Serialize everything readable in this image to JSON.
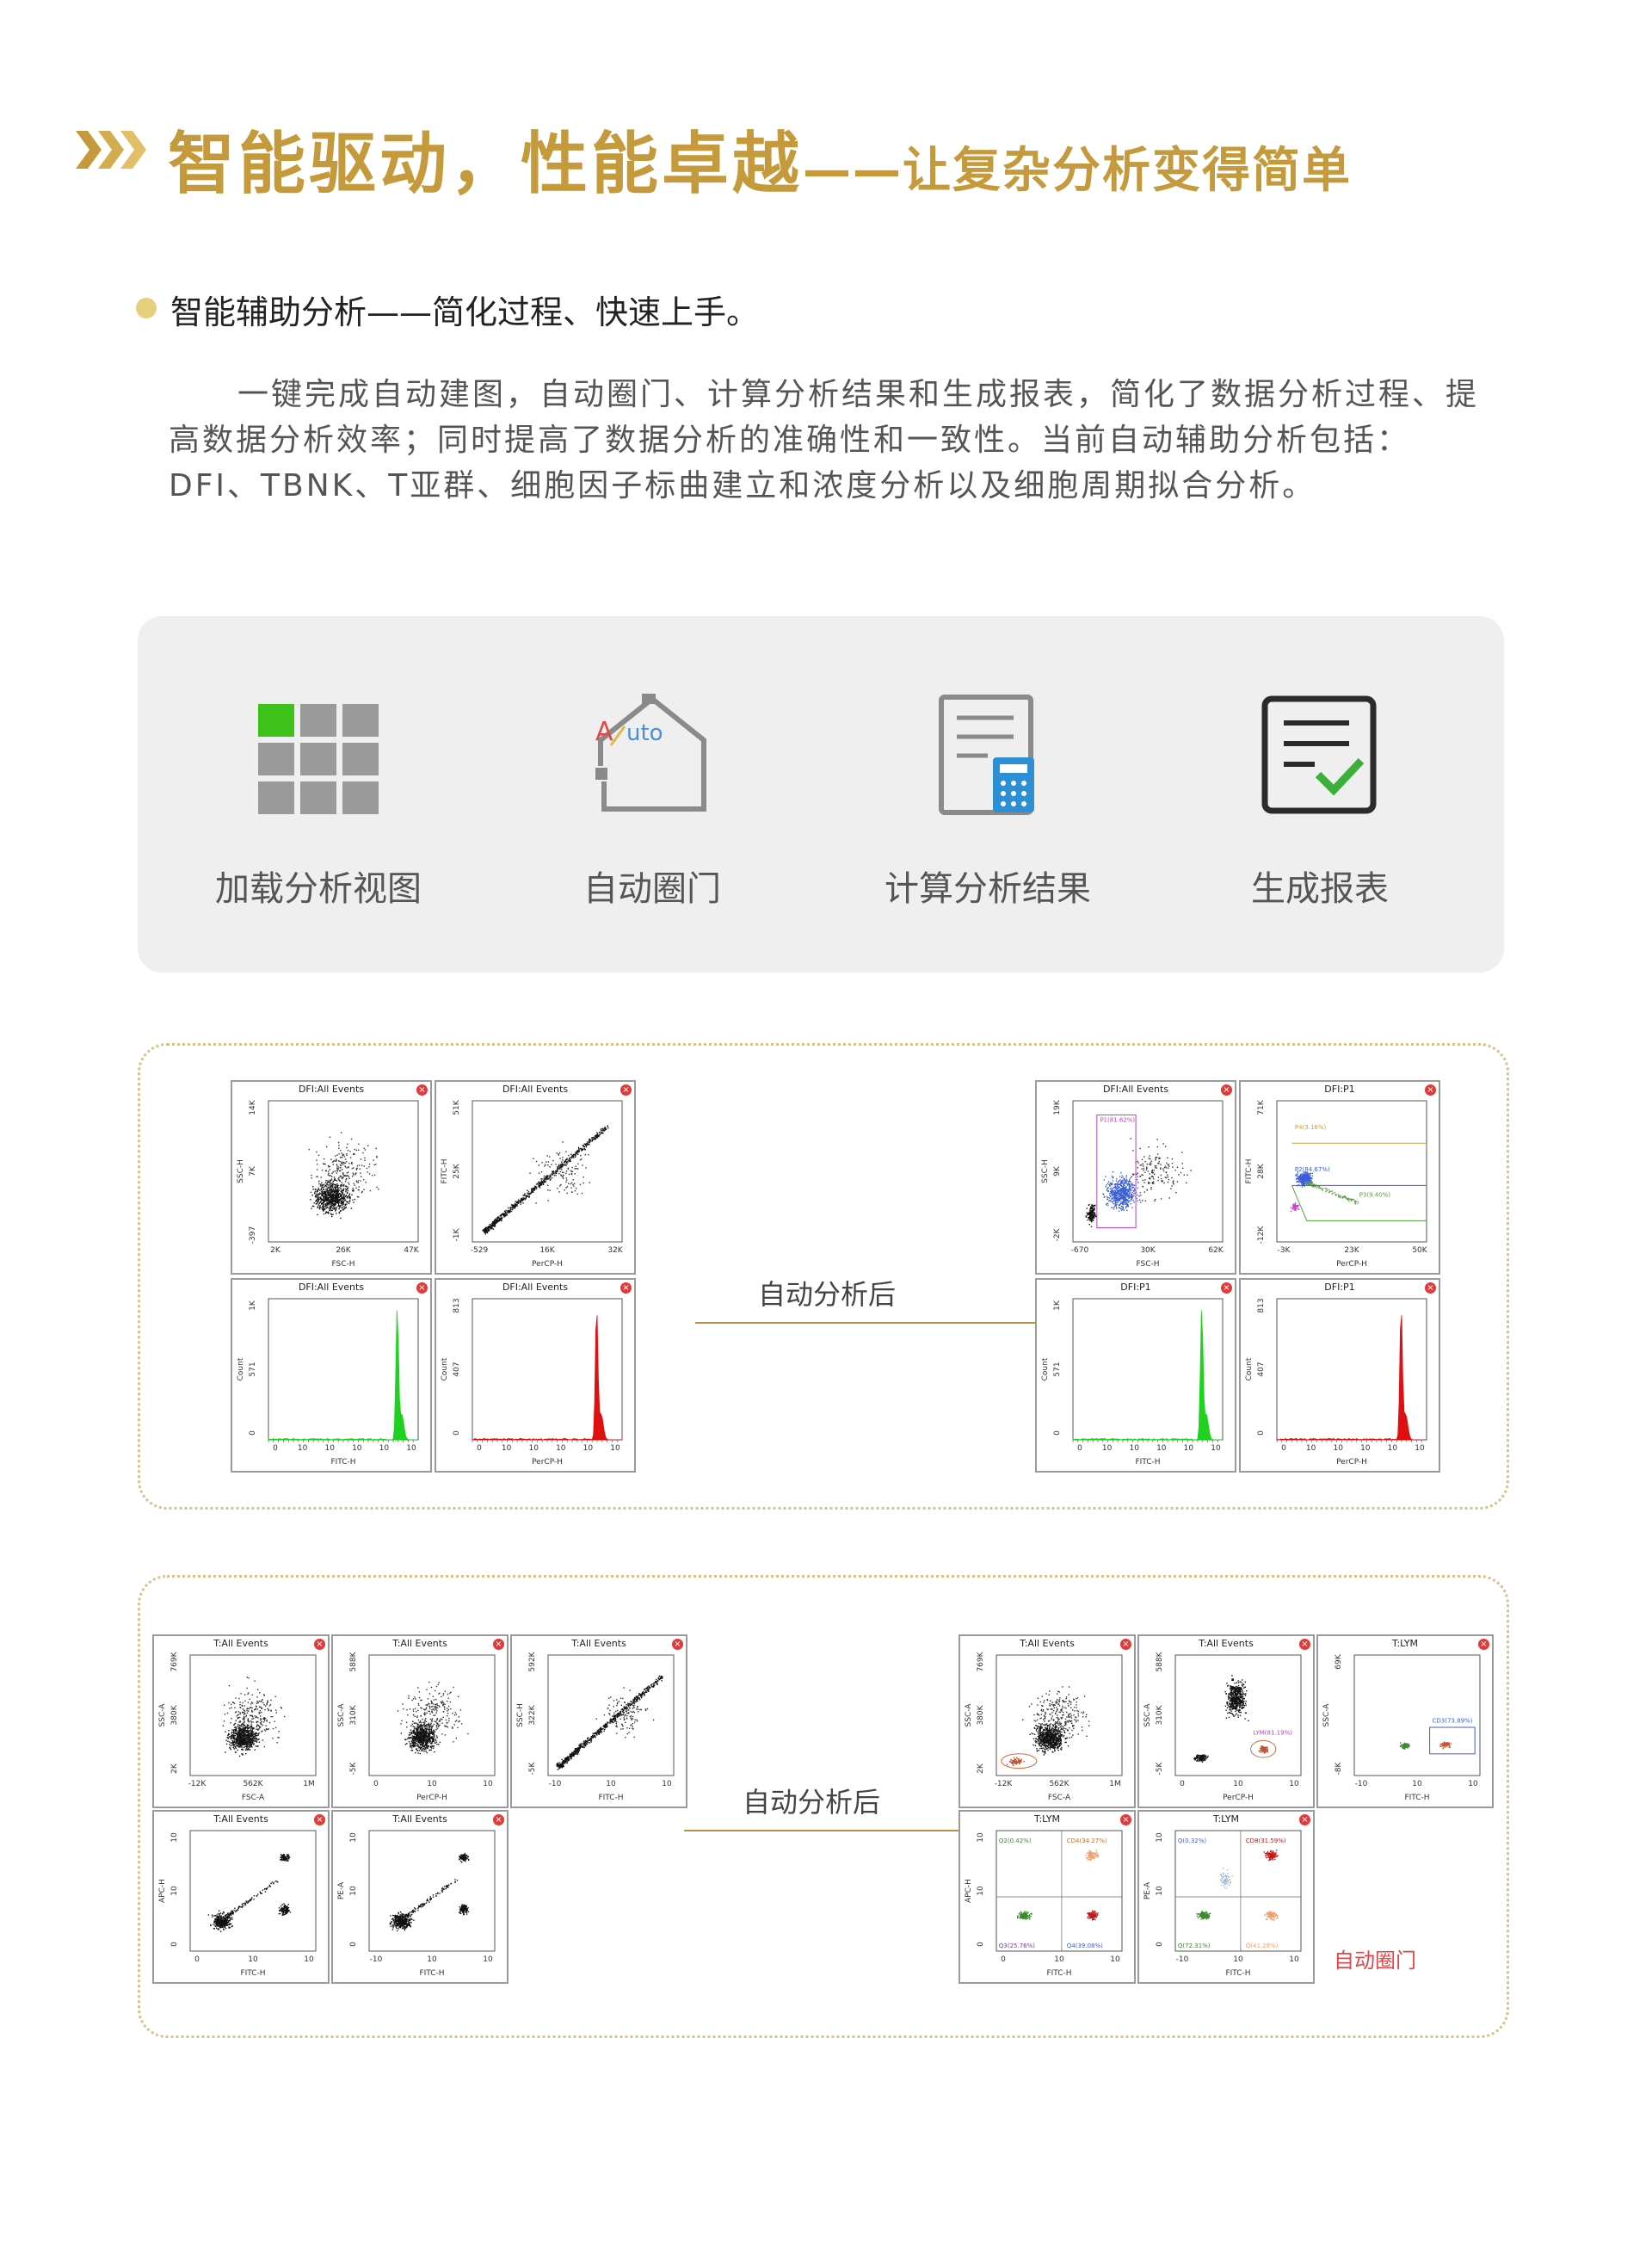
{
  "header": {
    "title_main": "智能驱动，性能卓越",
    "title_sub": "——让复杂分析变得简单"
  },
  "section": {
    "subheading": "智能辅助分析——简化过程、快速上手。",
    "paragraph_1": "一键完成自动建图，自动圈门、计算分析结果和生成报表，简化了数据分析过程、提高数据分析效率；同时提高了数据分析的准确性和一致性。当前自动辅助分析包括：DFI、TBNK、T亚群、细胞因子标曲建立和浓度分析以及细胞周期拟合分析。"
  },
  "steps": [
    {
      "label": "加载分析视图",
      "icon": "grid-view-icon"
    },
    {
      "label": "自动圈门",
      "icon": "auto-gate-icon"
    },
    {
      "label": "计算分析结果",
      "icon": "calculator-document-icon"
    },
    {
      "label": "生成报表",
      "icon": "report-check-icon"
    }
  ],
  "arrow_label": "自动分析后",
  "auto_gate_label": "自动圈门",
  "colors": {
    "gold": "#c49a3c",
    "bullet": "#e8cf7d",
    "green": "#4cb83a",
    "red": "#e0464a"
  },
  "dfi_before": [
    {
      "title": "DFI:All Events",
      "x_label": "FSC-H",
      "y_label": "SSC-H",
      "y_ticks": [
        "14K",
        "7K",
        "-397"
      ],
      "x_ticks": [
        "2K",
        "26K",
        "47K"
      ],
      "kind": "scatter"
    },
    {
      "title": "DFI:All Events",
      "x_label": "PerCP-H",
      "y_label": "FITC-H",
      "y_ticks": [
        "51K",
        "25K",
        "-1K"
      ],
      "x_ticks": [
        "-529",
        "16K",
        "32K"
      ],
      "kind": "scatter-diag"
    },
    {
      "title": "DFI:All Events",
      "x_label": "FITC-H",
      "y_label": "Count",
      "y_ticks": [
        "1K",
        "571",
        "0"
      ],
      "x_ticks": [
        "0",
        "10",
        "10",
        "10",
        "10",
        "10"
      ],
      "kind": "hist-green"
    },
    {
      "title": "DFI:All Events",
      "x_label": "PerCP-H",
      "y_label": "Count",
      "y_ticks": [
        "813",
        "407",
        "0"
      ],
      "x_ticks": [
        "0",
        "10",
        "10",
        "10",
        "10",
        "10"
      ],
      "kind": "hist-red"
    }
  ],
  "dfi_after": [
    {
      "title": "DFI:All Events",
      "x_label": "FSC-H",
      "y_label": "SSC-H",
      "y_ticks": [
        "19K",
        "9K",
        "-2K"
      ],
      "x_ticks": [
        "-670",
        "30K",
        "62K"
      ],
      "kind": "scatter-gated",
      "gate": "P1(81.62%)"
    },
    {
      "title": "DFI:P1",
      "x_label": "PerCP-H",
      "y_label": "FITC-H",
      "y_ticks": [
        "71K",
        "28K",
        "-12K"
      ],
      "x_ticks": [
        "-3K",
        "23K",
        "50K"
      ],
      "kind": "dfi-gates",
      "gates": [
        "P4(3.16%)",
        "P2(84.67%)",
        "P3(9.40%)"
      ]
    },
    {
      "title": "DFI:P1",
      "x_label": "FITC-H",
      "y_label": "Count",
      "y_ticks": [
        "1K",
        "571",
        "0"
      ],
      "x_ticks": [
        "0",
        "10",
        "10",
        "10",
        "10",
        "10"
      ],
      "kind": "hist-green"
    },
    {
      "title": "DFI:P1",
      "x_label": "PerCP-H",
      "y_label": "Count",
      "y_ticks": [
        "813",
        "407",
        "0"
      ],
      "x_ticks": [
        "0",
        "10",
        "10",
        "10",
        "10",
        "10"
      ],
      "kind": "hist-red"
    }
  ],
  "t_before": [
    {
      "title": "T:All Events",
      "x_label": "FSC-A",
      "y_label": "SSC-A",
      "y_ticks": [
        "769K",
        "380K",
        "2K"
      ],
      "x_ticks": [
        "-12K",
        "562K",
        "1M"
      ],
      "kind": "scatter"
    },
    {
      "title": "T:All Events",
      "x_label": "PerCP-H",
      "y_label": "SSC-A",
      "y_ticks": [
        "588K",
        "310K",
        "-5K"
      ],
      "x_ticks": [
        "0",
        "10",
        "10"
      ],
      "kind": "scatter"
    },
    {
      "title": "T:All Events",
      "x_label": "FITC-H",
      "y_label": "SSC-H",
      "y_ticks": [
        "592K",
        "322K",
        "-5K"
      ],
      "x_ticks": [
        "-10",
        "10",
        "10"
      ],
      "kind": "scatter-diag"
    },
    {
      "title": "T:All Events",
      "x_label": "FITC-H",
      "y_label": "APC-H",
      "y_ticks": [
        "10",
        "10",
        "0"
      ],
      "x_ticks": [
        "0",
        "10",
        "10"
      ],
      "kind": "quad"
    },
    {
      "title": "T:All Events",
      "x_label": "FITC-H",
      "y_label": "PE-A",
      "y_ticks": [
        "10",
        "10",
        "0"
      ],
      "x_ticks": [
        "-10",
        "10",
        "10"
      ],
      "kind": "quad"
    }
  ],
  "t_after": [
    {
      "title": "T:All Events",
      "x_label": "FSC-A",
      "y_label": "SSC-A",
      "y_ticks": [
        "769K",
        "380K",
        "2K"
      ],
      "x_ticks": [
        "-12K",
        "562K",
        "1M"
      ],
      "kind": "scatter-lym"
    },
    {
      "title": "T:All Events",
      "x_label": "PerCP-H",
      "y_label": "SSC-A",
      "y_ticks": [
        "588K",
        "310K",
        "-5K"
      ],
      "x_ticks": [
        "0",
        "10",
        "10"
      ],
      "kind": "scatter-lym2",
      "gate": "LYM(81.19%)"
    },
    {
      "title": "T:LYM",
      "x_label": "FITC-H",
      "y_label": "SSC-A",
      "y_ticks": [
        "69K",
        "",
        "-8K"
      ],
      "x_ticks": [
        "-10",
        "10",
        "10"
      ],
      "kind": "cd3",
      "gate": "CD3(73.89%)"
    },
    {
      "title": "T:LYM",
      "x_label": "FITC-H",
      "y_label": "APC-H",
      "y_ticks": [
        "10",
        "10",
        "0"
      ],
      "x_ticks": [
        "0",
        "10",
        "10"
      ],
      "kind": "quad-color",
      "quads": [
        "Q2(0.42%)",
        "CD4(34.27%)",
        "Q3(25.76%)",
        "Q4(39.08%)"
      ]
    },
    {
      "title": "T:LYM",
      "x_label": "FITC-H",
      "y_label": "PE-A",
      "y_ticks": [
        "10",
        "10",
        "0"
      ],
      "x_ticks": [
        "-10",
        "10",
        "10"
      ],
      "kind": "quad-color2",
      "quads": [
        "Q(0.32%)",
        "CD8(31.59%)",
        "Q(72.31%)",
        "Q(41.28%)"
      ]
    }
  ]
}
